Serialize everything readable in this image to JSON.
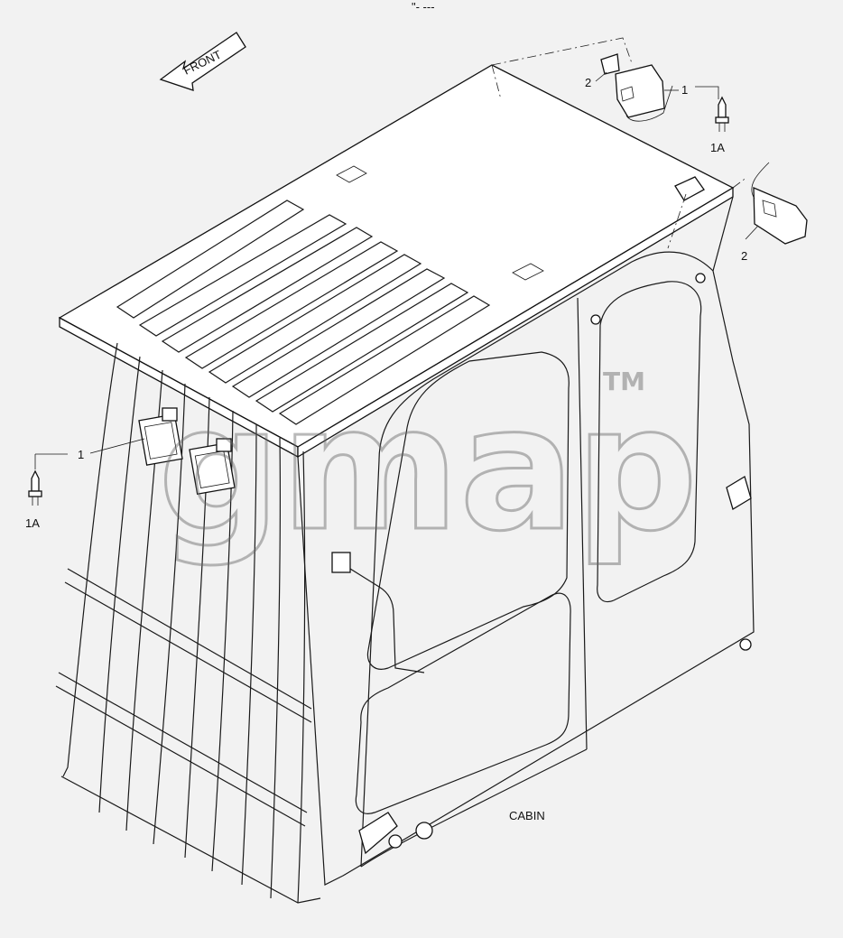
{
  "diagram": {
    "front_label": "FRONT",
    "cabin_label": "CABIN",
    "callouts": {
      "work_lamp_top_right": "1",
      "work_lamp_front_left": "1",
      "bracket_top_right": "2",
      "bracket_side_right": "2",
      "bulb_top_right": "1A",
      "bulb_left": "1A"
    },
    "watermark": {
      "text": "gmap",
      "trademark": "TM"
    },
    "header_mark": "\"‑ ‑‑‑"
  }
}
